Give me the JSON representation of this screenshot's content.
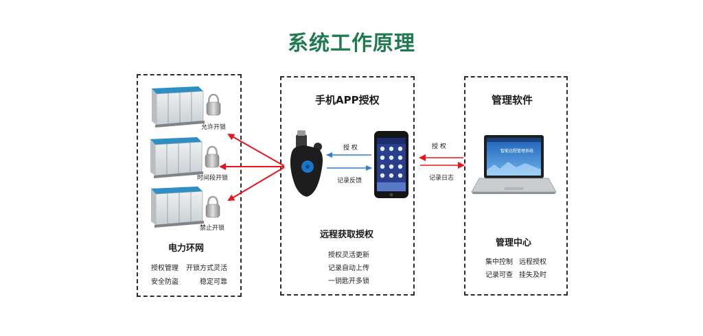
{
  "title": "系统工作原理",
  "left": {
    "locks": [
      "允许开锁",
      "时间段开锁",
      "禁止开锁"
    ],
    "heading": "电力环网",
    "features": [
      [
        "授权管理",
        "开锁方式灵活"
      ],
      [
        "安全防盗",
        "稳定可靠"
      ]
    ]
  },
  "middle": {
    "heading": "手机APP授权",
    "arrow_top": "授 权",
    "arrow_bottom": "记录反馈",
    "subheading": "远程获取授权",
    "features": [
      "授权灵活更新",
      "记录自动上传",
      "一钥匙开多锁"
    ]
  },
  "right_link": {
    "top": "授 权",
    "bottom": "记录日志"
  },
  "right": {
    "heading": "管理软件",
    "screen_text": "智能远程管理系统",
    "subheading": "管理中心",
    "features": [
      [
        "集中控制",
        "远程授权"
      ],
      [
        "记录可查",
        "挂失及时"
      ]
    ]
  },
  "colors": {
    "title": "#1f7a4f",
    "red_arrow": "#e8141c",
    "blue_arrow": "#2f7fc8",
    "cabinet_roof": "#2d8fc4"
  }
}
